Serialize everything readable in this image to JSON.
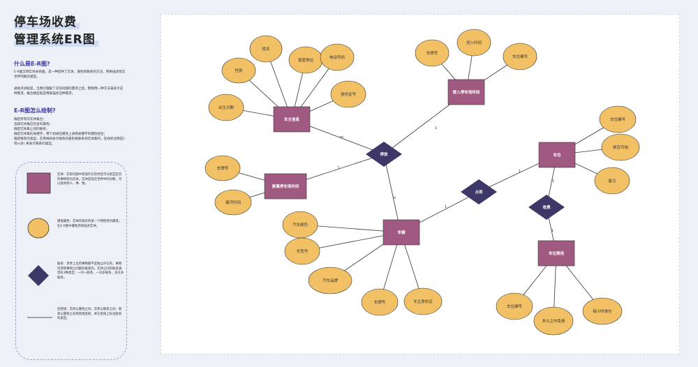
{
  "sidebar": {
    "title_line1": "停车场收费",
    "title_line2": "管理系统ER图",
    "section1_heading": "什么是E-R图?",
    "section1_p1": "E-R图又称实体关系图，是一种提供了实体，属性和联系的方法，用来描述现实世界的概念模型。",
    "section1_p2": "通俗点讲就是，当我们理解了实际问题的需求之后，需要用一种方法来表示这种需求，概念模型就是用来描述这种需求。",
    "section2_heading": "E-R图怎么绘制?",
    "section2_lines": [
      "确定所有的实体集合；",
      "选择实体集应包含的属性；",
      "确定实体集之间的联系；",
      "确定实体集的关键字，用下划线在属性上表明关键字的属性组合；",
      "确定联系的类型，在用线将表示联系的菱形框联系到实体集时，在线旁注明是1或n(多) 来表示联系的类型。"
    ],
    "legend": {
      "entity": "实体：实际问题中客观存在的并且可以相互区别的事物称为实体。实体是现实世界中的对象，可以具体到人、事、物。",
      "attribute": "键值属性：实体所具有的某一个特性称为属性，在E-R图中属性用来描述实体。",
      "relationship": "联系：世界上任何事物都不是独立存在的，事物内部和事物之间都有联系的，实体之间的联系通常有3种类型：一对一联系，一对多联系，多对多联系。",
      "connector": "连接线：实体与属性之间；实体与联系之间；联系与属性之间用直线连接，并在直线上标注联系的类型。"
    }
  },
  "diagram": {
    "entities": [
      "车主信息",
      "驶入停车场时间",
      "驶离停车场时间",
      "车辆",
      "车位",
      "车位费用"
    ],
    "relationships": [
      "停放",
      "占用",
      "收费"
    ],
    "attributes": {
      "owner": [
        "姓名",
        "性别",
        "家庭地址",
        "电话号码",
        "出生日期",
        "身份证号"
      ],
      "entry": [
        "车牌号",
        "进入时间",
        "车位编号"
      ],
      "exit": [
        "车牌号",
        "离开时间"
      ],
      "car": [
        "汽车颜色",
        "车型号",
        "汽车品牌",
        "车牌号",
        "车主身份证"
      ],
      "space": [
        "车位编号",
        "是否可用",
        "备注"
      ],
      "fee": [
        "车位编号",
        "多久之内免费",
        "每小时单价"
      ]
    },
    "cardinalities": [
      "m",
      "1",
      "1",
      "n",
      "1",
      "1",
      "1",
      "1"
    ],
    "colors": {
      "entity": "#a05a82",
      "attribute": "#f2c165",
      "relationship": "#3d3868",
      "line": "#333333",
      "label": "#ffffff"
    }
  }
}
